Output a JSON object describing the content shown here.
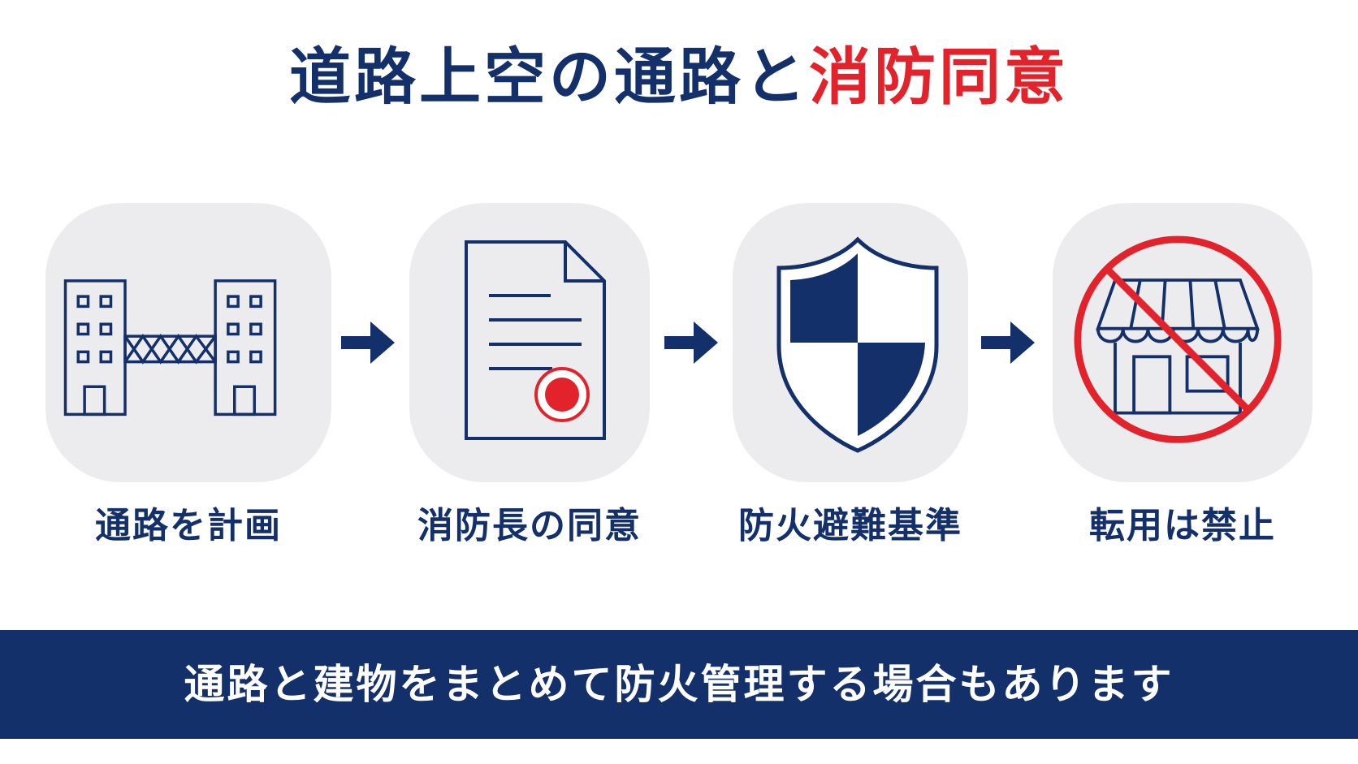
{
  "title": {
    "main": "道路上空の通路と",
    "accent": "消防同意"
  },
  "steps": [
    {
      "label": "通路を計画",
      "icon": "skybridge-buildings-icon"
    },
    {
      "label": "消防長の同意",
      "icon": "approved-document-icon"
    },
    {
      "label": "防火避難基準",
      "icon": "shield-icon"
    },
    {
      "label": "転用は禁止",
      "icon": "no-shop-icon"
    }
  ],
  "banner": {
    "text": "通路と建物をまとめて防火管理する場合もあります"
  },
  "colors": {
    "navy": "#14306a",
    "red": "#e3232b",
    "tile": "#ececee"
  }
}
